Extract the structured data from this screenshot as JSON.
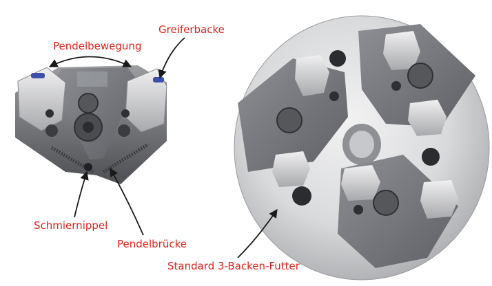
{
  "labels": {
    "greiferbacke": "Greiferbacke",
    "pendelbewegung": "Pendelbewegung",
    "schmiernippel": "Schmiernippel",
    "pendelbruecke": "Pendelbrücke",
    "standard_futter": "Standard 3-Backen-Futter"
  },
  "colors": {
    "label": "#e2231a",
    "arrow": "#1a1a1a",
    "steel_light": "#e4e4e6",
    "steel_mid": "#b8b9bc",
    "steel_dark": "#6e7075",
    "plate": "#7c7e83",
    "hole": "#2b2c2f"
  }
}
